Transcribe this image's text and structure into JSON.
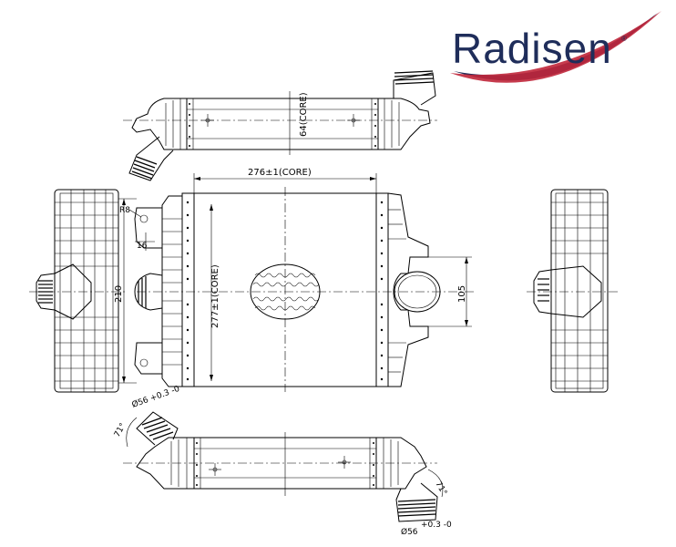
{
  "brand": {
    "name": "Radisen",
    "registered_mark": "®",
    "colors": {
      "text": "#1f2d5a",
      "swoosh": "#c0263a",
      "swoosh_blue": "#1f2d5a"
    }
  },
  "dimensions": {
    "core_width": "276±1(CORE)",
    "core_height": "277±1(CORE)",
    "core_depth": "64(CORE)",
    "overall_height": "210",
    "port_spacing": "105",
    "radius": "R8",
    "small_offset": "16",
    "pipe_diameter_top": "Ø56",
    "pipe_tol_top": "+0.3\n-0",
    "pipe_diameter_bottom": "Ø56",
    "pipe_tol_bottom": "+0.3\n-0",
    "angle": "71°",
    "angle_bottom": "71°"
  }
}
